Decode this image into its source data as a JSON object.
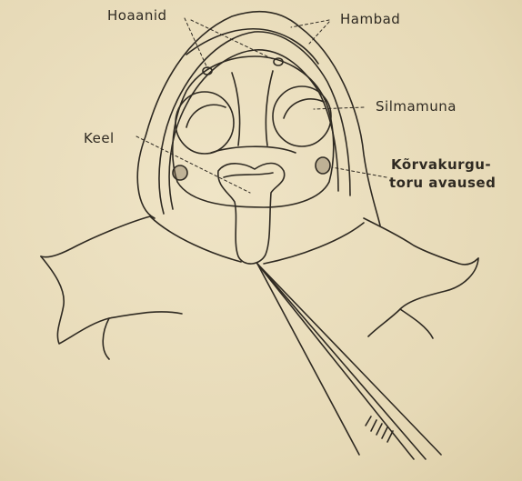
{
  "labels": {
    "hoaanid": "Hoaanid",
    "hambad": "Hambad",
    "silmamuna": "Silmamuna",
    "keel": "Keel",
    "korvakurgu_line1": "Kõrvakurgu-",
    "korvakurgu_line2": "toru avaused"
  },
  "colors": {
    "paper": "#e9ddbd",
    "ink": "#2f2a22"
  }
}
